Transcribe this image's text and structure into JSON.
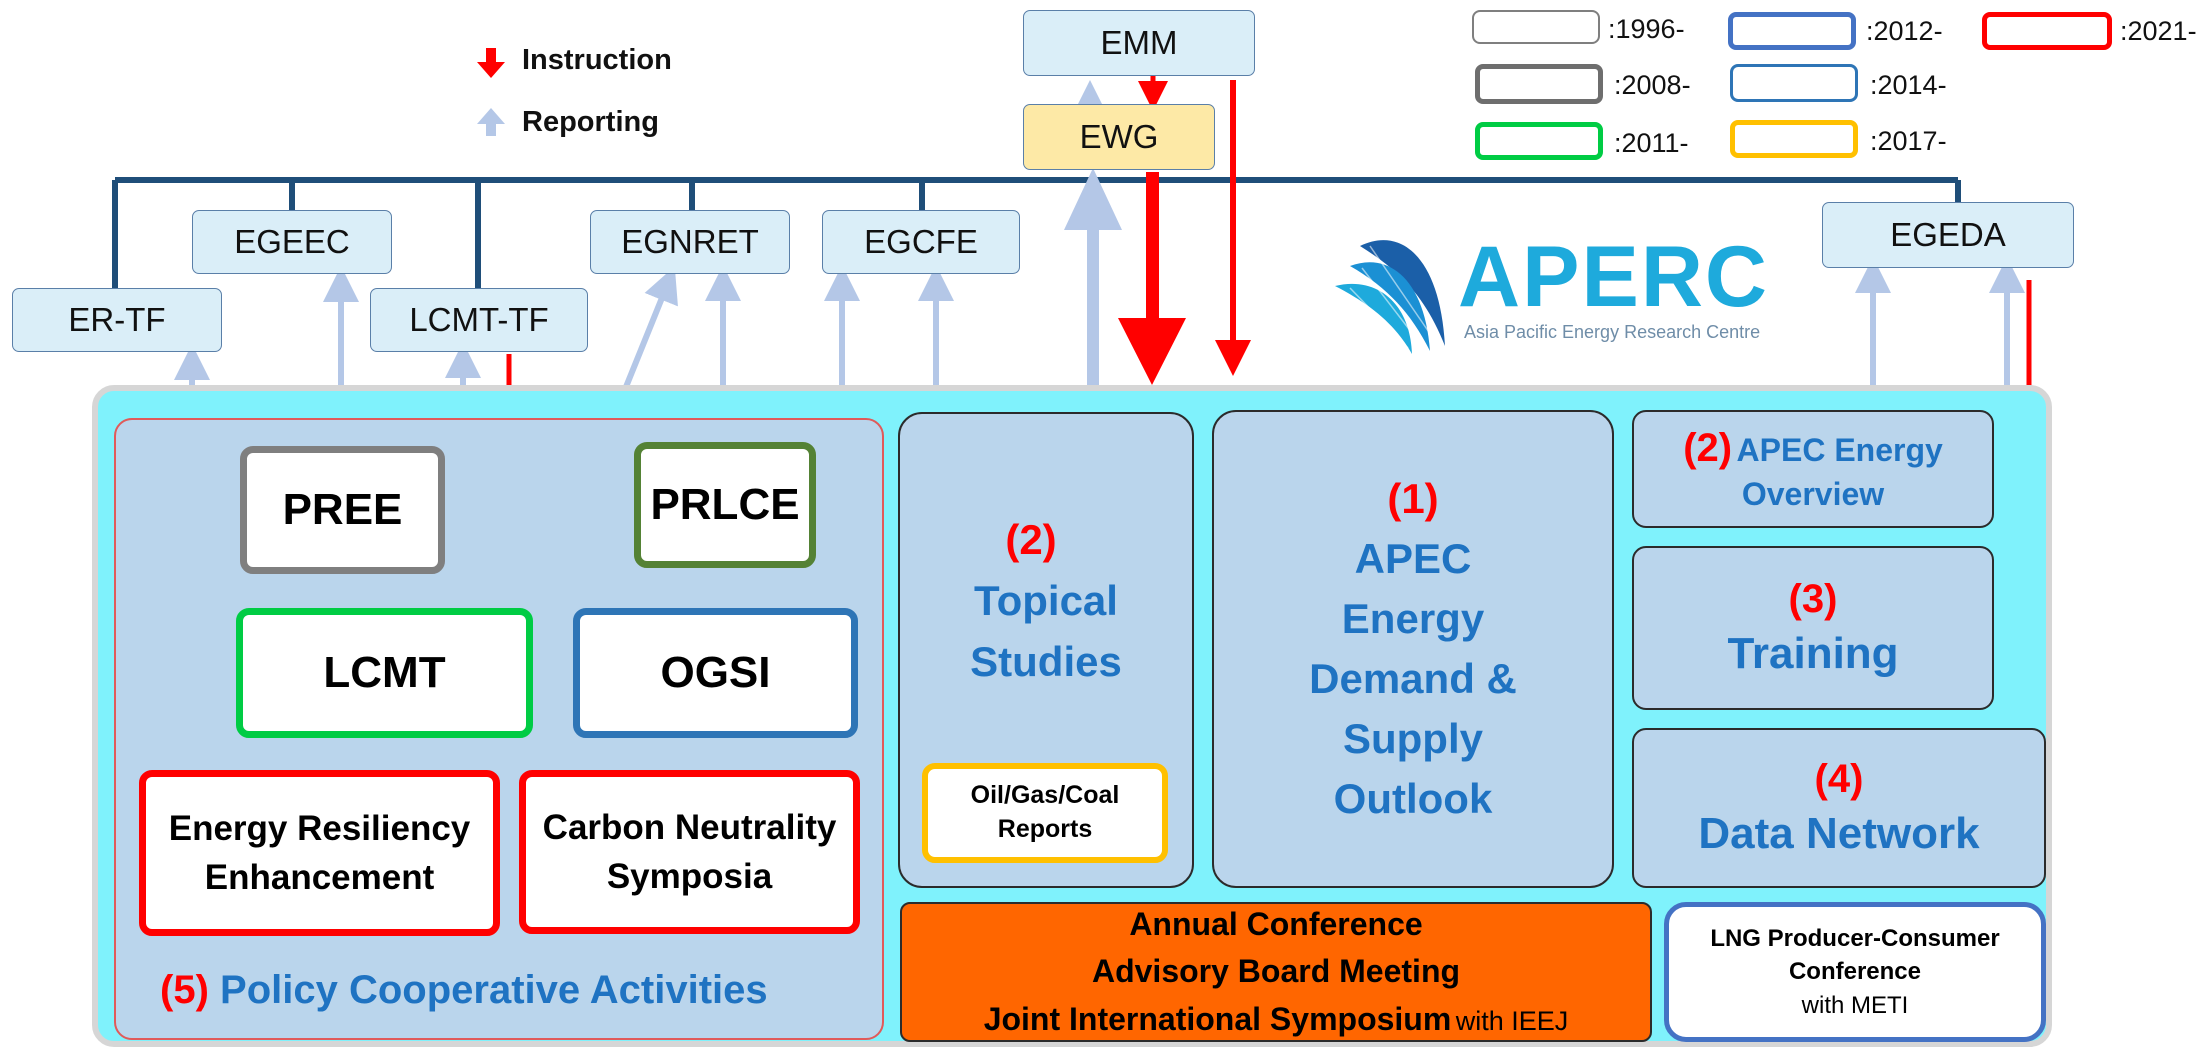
{
  "legend": {
    "instruction": "Instruction",
    "reporting": "Reporting",
    "colors": {
      "instruction": "#ff0000",
      "reporting": "#b4c7e7"
    }
  },
  "key": [
    {
      "label": ":1996-",
      "color": "#7f7f7f"
    },
    {
      "label": ":2012-",
      "color": "#4472c4"
    },
    {
      "label": ":2021-",
      "color": "#ff0000"
    },
    {
      "label": ":2008-",
      "color": "#6e6e6e"
    },
    {
      "label": ":2014-",
      "color": "#2e75b6"
    },
    {
      "label": ":2011-",
      "color": "#00cc44"
    },
    {
      "label": ":2017-",
      "color": "#ffc000"
    }
  ],
  "committees": {
    "emm": "EMM",
    "ewg": "EWG",
    "er_tf": "ER-TF",
    "egeec": "EGEEC",
    "lcmt_tf": "LCMT-TF",
    "egnret": "EGNRET",
    "egcfe": "EGCFE",
    "egeda": "EGEDA"
  },
  "logo": {
    "name": "APERC",
    "tagline": "Asia Pacific Energy Research Centre",
    "color": "#1eaadc"
  },
  "programs": {
    "pree": "PREE",
    "prlce": "PRLCE",
    "lcmt": "LCMT",
    "ogsi": "OGSI",
    "erh_line1": "Energy Resiliency",
    "erh_line2": "Enhancement",
    "cns_line1": "Carbon Neutrality",
    "cns_line2": "Symposia"
  },
  "policy": {
    "num": "(5)",
    "title": "Policy Cooperative Activities"
  },
  "topical": {
    "num": "(2)",
    "line1": "Topical",
    "line2": "Studies",
    "reports_line1": "Oil/Gas/Coal",
    "reports_line2": "Reports"
  },
  "outlook": {
    "num": "(1)",
    "lines": [
      "APEC",
      "Energy",
      "Demand &",
      "Supply",
      "Outlook"
    ]
  },
  "overview": {
    "num": "(2)",
    "line1": "APEC Energy",
    "line2": "Overview"
  },
  "training": {
    "num": "(3)",
    "title": "Training"
  },
  "data_network": {
    "num": "(4)",
    "title": "Data Network"
  },
  "conference": {
    "line1": "Annual Conference",
    "line2": "Advisory Board Meeting",
    "line3": "Joint International Symposium",
    "line3_suffix": "with IEEJ",
    "color": "#ff6600"
  },
  "lng": {
    "line1": "LNG Producer-Consumer",
    "line2": "Conference",
    "line3": "with METI"
  }
}
